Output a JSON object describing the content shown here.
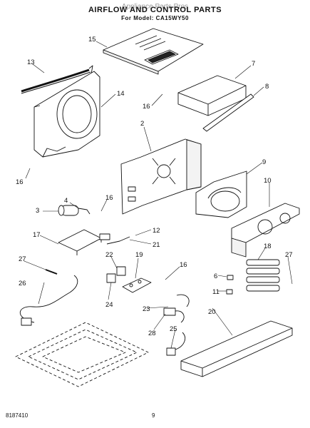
{
  "header": {
    "title": "AIRFLOW AND CONTROL PARTS",
    "subtitle": "For Model: CA15WY50",
    "watermark": "Appliance Parts Pros"
  },
  "callouts": [
    "15",
    "13",
    "14",
    "7",
    "8",
    "16",
    "2",
    "16",
    "9",
    "10",
    "4",
    "16",
    "3",
    "17",
    "12",
    "21",
    "22",
    "19",
    "27",
    "16",
    "18",
    "27",
    "6",
    "11",
    "26",
    "24",
    "23",
    "28",
    "20",
    "25"
  ],
  "footer": {
    "doc_number": "8187410",
    "page_number": "9"
  }
}
